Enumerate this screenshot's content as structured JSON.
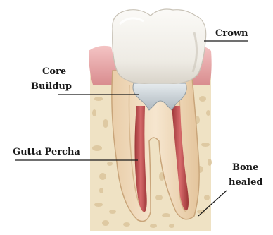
{
  "labels": {
    "crown": "Crown",
    "core_buildup_line1": "Core",
    "core_buildup_line2": "Buildup",
    "gutta_percha": "Gutta Percha",
    "bone_healed_line1": "Bone",
    "bone_healed_line2": "healed"
  },
  "colors": {
    "crown": "#efece6",
    "crown_shadow": "#d7d3cb",
    "gum": "#e8a7a7",
    "bone": "#efe2c4",
    "bone_pores": "#dcc79e",
    "root_dentin": "#f1dcc0",
    "gutta_percha": "#b8494a",
    "core_buildup": "#c9d1d6",
    "leader_line": "#1a1a1a"
  }
}
